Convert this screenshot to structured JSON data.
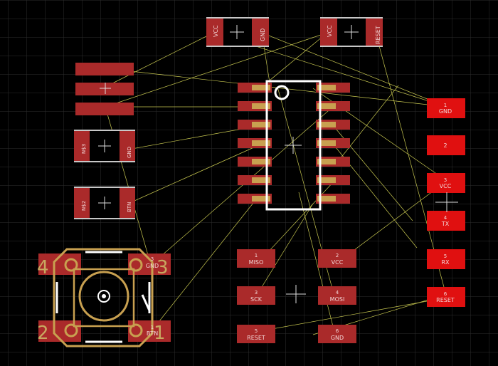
{
  "colors": {
    "background": "#000000",
    "grid": "#2e2e2e",
    "pad": "#c8c8c8",
    "copper_pad": "#aa2a2a",
    "bright_pad": "#e01010",
    "gold": "#c8a050",
    "airwire": "#c8c850",
    "silk": "#ffffff"
  },
  "header_pads": [
    {
      "num": "1",
      "name": "GND"
    },
    {
      "num": "2",
      "name": ""
    },
    {
      "num": "3",
      "name": "VCC"
    },
    {
      "num": "4",
      "name": "TX"
    },
    {
      "num": "5",
      "name": "RX"
    },
    {
      "num": "6",
      "name": "RESET"
    }
  ],
  "isp_pads": [
    {
      "num": "1",
      "name": "MISO"
    },
    {
      "num": "2",
      "name": "VCC"
    },
    {
      "num": "3",
      "name": "SCK"
    },
    {
      "num": "4",
      "name": "MOSI"
    },
    {
      "num": "5",
      "name": "RESET"
    },
    {
      "num": "6",
      "name": "GND"
    }
  ],
  "cap_top_left": {
    "pin1": "VCC",
    "pin2": "GND"
  },
  "cap_top_right": {
    "pin1": "VCC",
    "pin2": "RESET"
  },
  "cap_mid_1": {
    "pin1": "N$3",
    "pin2": "GND"
  },
  "cap_mid_2": {
    "pin1": "N$2",
    "pin2": "BTN"
  },
  "button": {
    "corner_nums": [
      "4",
      "3",
      "2",
      "1"
    ],
    "pad3_num": "3",
    "pad3_name": "GND",
    "pad1_num": "1",
    "pad1_name": "BTN"
  }
}
